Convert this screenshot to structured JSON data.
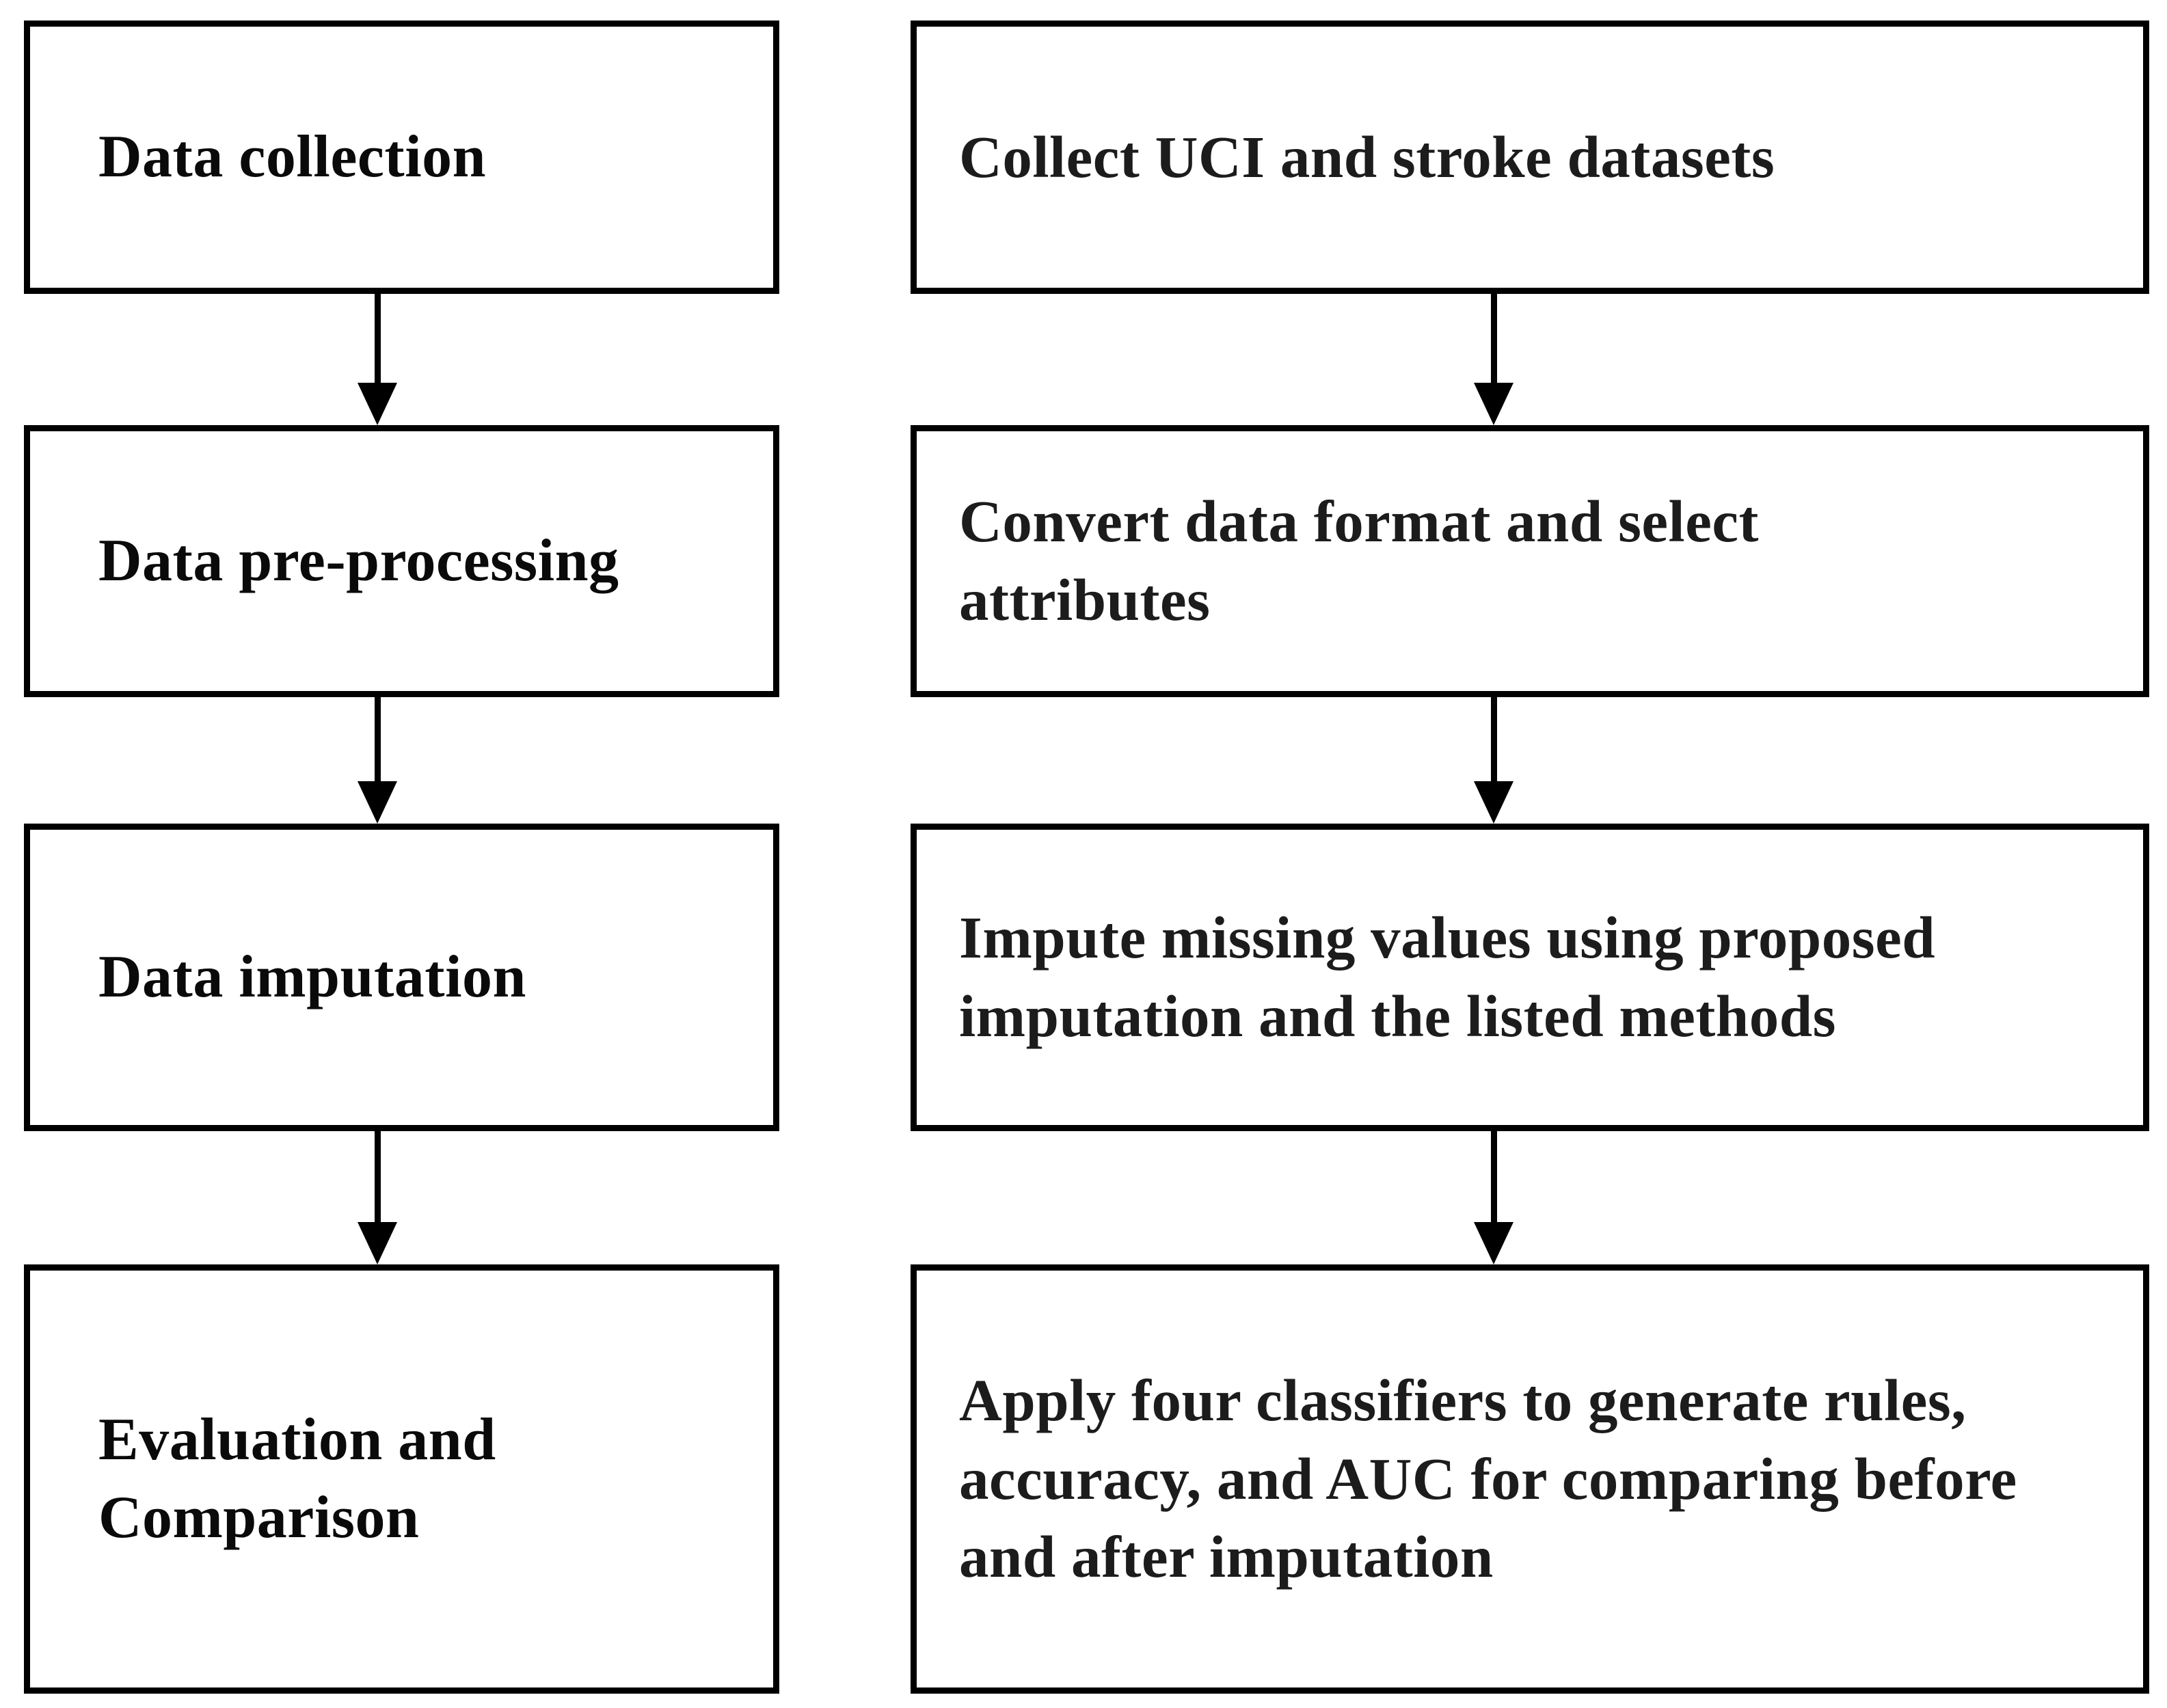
{
  "diagram": {
    "type": "flowchart",
    "background": "#ffffff",
    "border_color": "#000000",
    "text_color": "#0a0a0a",
    "stages": [
      {
        "name": "Data collection",
        "description": "Collect UCI and stroke datasets"
      },
      {
        "name": "Data pre-processing",
        "description": "Convert data format and select\nattributes"
      },
      {
        "name": "Data imputation",
        "description": "Impute missing values using proposed\nimputation and the listed methods"
      },
      {
        "name": "Evaluation and\nComparison",
        "description": "Apply four classifiers to generate rules,\naccuracy, and AUC for comparing before\nand after imputation"
      }
    ]
  }
}
